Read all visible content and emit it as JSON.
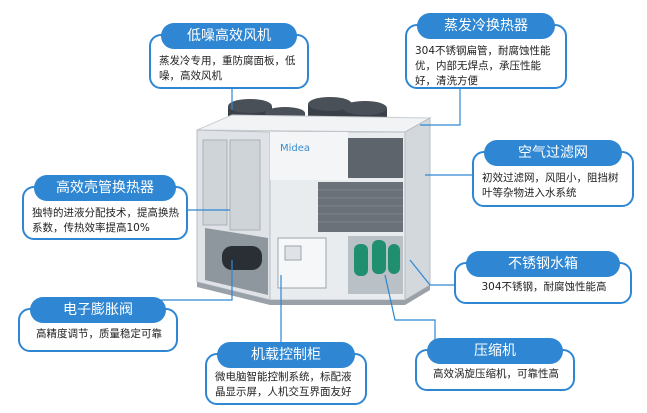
{
  "brand": {
    "logo_text": "Midea"
  },
  "callouts": [
    {
      "id": "low-noise-fan",
      "title": "低噪高效风机",
      "desc": "蒸发冷专用，重防腐面板，低噪，高效风机"
    },
    {
      "id": "evaporative-heat-exchanger",
      "title": "蒸发冷换热器",
      "desc": "304不锈钢扁管，耐腐蚀性能优，内部无焊点，承压性能好，清洗方便"
    },
    {
      "id": "air-filter",
      "title": "空气过滤网",
      "desc": "初效过滤网，风阻小，阻挡树叶等杂物进入水系统"
    },
    {
      "id": "shell-tube-heat-exchanger",
      "title": "高效壳管换热器",
      "desc": "独特的进液分配技术，提高换热系数，传热效率提高10%"
    },
    {
      "id": "stainless-water-tank",
      "title": "不锈钢水箱",
      "desc": "304不锈钢，耐腐蚀性能高"
    },
    {
      "id": "electronic-expansion-valve",
      "title": "电子膨胀阀",
      "desc": "高精度调节，质量稳定可靠"
    },
    {
      "id": "control-cabinet",
      "title": "机载控制柜",
      "desc": "微电脑智能控制系统，标配液晶显示屏，人机交互界面友好"
    },
    {
      "id": "compressor",
      "title": "压缩机",
      "desc": "高效涡旋压缩机，可靠性高"
    }
  ],
  "colors": {
    "accent": "#2f87d3",
    "unit_body": "#e9ecef",
    "unit_dark": "#3b4148"
  }
}
